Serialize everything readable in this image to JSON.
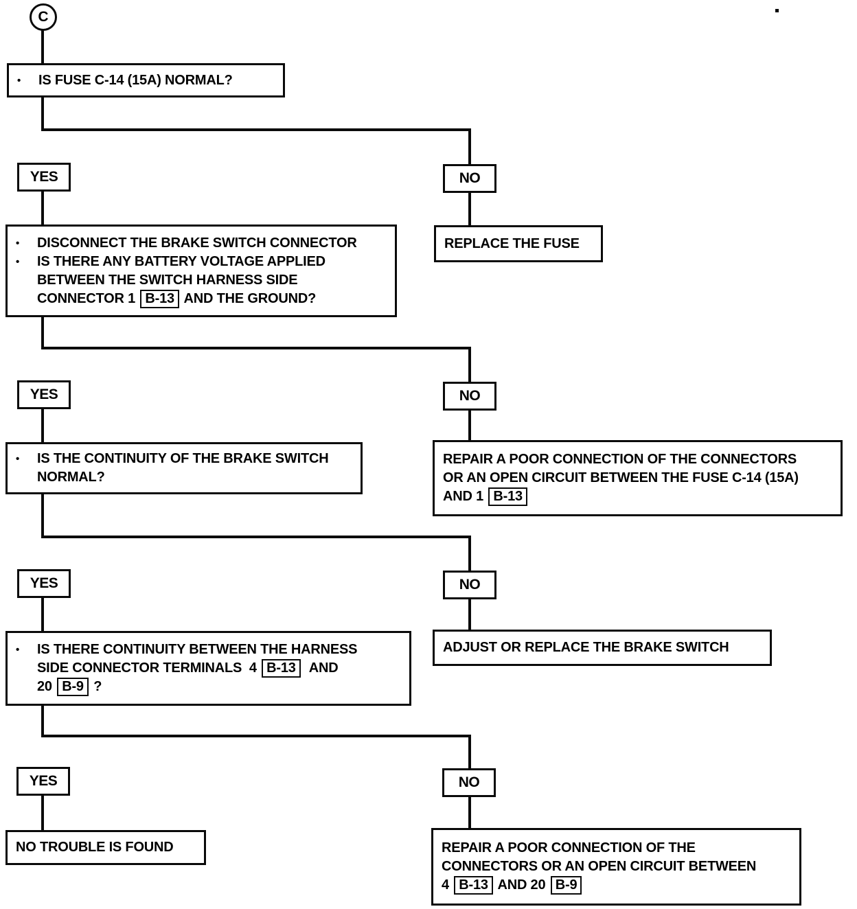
{
  "page": {
    "background": "#ffffff",
    "ink": "#0a0a0a"
  },
  "flow": {
    "start_label": "C",
    "bullet_char": "•",
    "labels": {
      "yes": "YES",
      "no": "NO"
    },
    "connector_refs": [
      "B-13",
      "B-9"
    ],
    "nodes": [
      {
        "id": "q-fuse-normal",
        "lines": [
          {
            "bullet": true,
            "segments": [
              {
                "t": "IS FUSE C-14 (15A) NORMAL?"
              }
            ]
          }
        ]
      },
      {
        "id": "q-battery-voltage",
        "lines": [
          {
            "bullet": true,
            "segments": [
              {
                "t": "DISCONNECT THE BRAKE SWITCH CONNECTOR"
              }
            ]
          },
          {
            "bullet": true,
            "segments": [
              {
                "t": "IS THERE ANY BATTERY VOLTAGE APPLIED"
              }
            ]
          },
          {
            "indent": true,
            "segments": [
              {
                "t": "BETWEEN THE SWITCH HARNESS SIDE"
              }
            ]
          },
          {
            "indent": true,
            "segments": [
              {
                "t": "CONNECTOR 1 "
              },
              {
                "t": "B-13",
                "tag": true
              },
              {
                "t": " AND THE GROUND?"
              }
            ]
          }
        ]
      },
      {
        "id": "replace-fuse",
        "lines": [
          {
            "segments": [
              {
                "t": "REPLACE THE FUSE"
              }
            ]
          }
        ]
      },
      {
        "id": "q-continuity-brake-switch",
        "lines": [
          {
            "bullet": true,
            "segments": [
              {
                "t": "IS THE CONTINUITY OF THE BRAKE SWITCH"
              }
            ]
          },
          {
            "indent": true,
            "segments": [
              {
                "t": "NORMAL?"
              }
            ]
          }
        ]
      },
      {
        "id": "repair-open-circuit-fuse",
        "lines": [
          {
            "segments": [
              {
                "t": "REPAIR A POOR CONNECTION OF THE CONNECTORS"
              }
            ]
          },
          {
            "segments": [
              {
                "t": "OR AN OPEN CIRCUIT BETWEEN THE FUSE C-14 (15A)"
              }
            ]
          },
          {
            "segments": [
              {
                "t": "AND 1 "
              },
              {
                "t": "B-13",
                "tag": true
              }
            ]
          }
        ]
      },
      {
        "id": "q-continuity-terminals",
        "lines": [
          {
            "bullet": true,
            "segments": [
              {
                "t": "IS THERE CONTINUITY BETWEEN THE HARNESS"
              }
            ]
          },
          {
            "indent": true,
            "segments": [
              {
                "t": "SIDE CONNECTOR TERMINALS  4 "
              },
              {
                "t": "B-13",
                "tag": true
              },
              {
                "t": "  AND"
              }
            ]
          },
          {
            "indent": true,
            "segments": [
              {
                "t": "20 "
              },
              {
                "t": "B-9",
                "tag": true
              },
              {
                "t": " ?"
              }
            ]
          }
        ]
      },
      {
        "id": "adjust-replace-brake-switch",
        "lines": [
          {
            "segments": [
              {
                "t": "ADJUST OR REPLACE THE BRAKE SWITCH"
              }
            ]
          }
        ]
      },
      {
        "id": "no-trouble-found",
        "lines": [
          {
            "segments": [
              {
                "t": "NO TROUBLE IS FOUND"
              }
            ]
          }
        ]
      },
      {
        "id": "repair-open-circuit-terminals",
        "lines": [
          {
            "segments": [
              {
                "t": "REPAIR A POOR CONNECTION OF THE"
              }
            ]
          },
          {
            "segments": [
              {
                "t": "CONNECTORS OR AN OPEN CIRCUIT BETWEEN"
              }
            ]
          },
          {
            "segments": [
              {
                "t": "4 "
              },
              {
                "t": "B-13",
                "tag": true
              },
              {
                "t": " AND 20 "
              },
              {
                "t": "B-9",
                "tag": true
              }
            ]
          }
        ]
      }
    ]
  }
}
